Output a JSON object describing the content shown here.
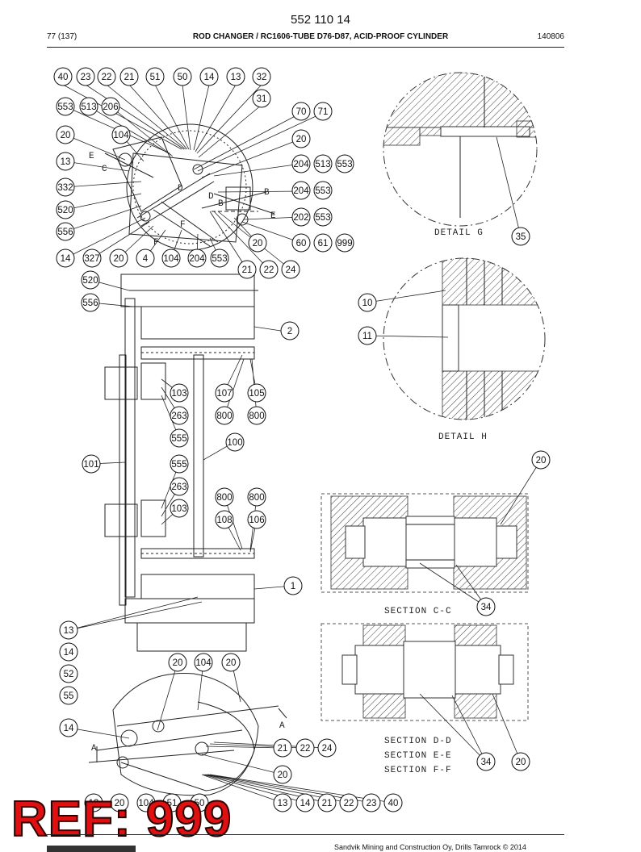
{
  "header": {
    "doc_number": "552 110 14",
    "page": "77 (137)",
    "title": "ROD CHANGER / RC1606-TUBE D76-D87, ACID-PROOF CYLINDER",
    "date": "140806"
  },
  "views": {
    "detail_g": "DETAIL G",
    "detail_h": "DETAIL H",
    "section_cc": "SECTION C-C",
    "section_dd": "SECTION D-D",
    "section_ee": "SECTION E-E",
    "section_ff": "SECTION F-F"
  },
  "view_markers": {
    "top": [
      "E",
      "C",
      "D",
      "D",
      "B",
      "B",
      "E",
      "F",
      "F"
    ],
    "bottom": [
      "A",
      "A"
    ]
  },
  "callouts": {
    "top_row": [
      "40",
      "23",
      "22",
      "21",
      "51",
      "50",
      "14",
      "13",
      "32"
    ],
    "top_misc": [
      "31",
      "553",
      "513",
      "206",
      "70",
      "71",
      "20",
      "104",
      "20",
      "13",
      "204",
      "513",
      "553",
      "332",
      "204",
      "553",
      "520",
      "202",
      "553",
      "556",
      "20",
      "60",
      "61",
      "999"
    ],
    "top_bottom_row": [
      "14",
      "327",
      "20",
      "4",
      "104",
      "204",
      "553",
      "21",
      "22",
      "24",
      "520",
      "556"
    ],
    "detail_g": [
      "35"
    ],
    "detail_h": [
      "10",
      "11"
    ],
    "main": [
      "2",
      "103",
      "107",
      "105",
      "263",
      "800",
      "800",
      "555",
      "100",
      "101",
      "555",
      "263",
      "800",
      "800",
      "103",
      "108",
      "106",
      "1"
    ],
    "section_cc": [
      "20",
      "34"
    ],
    "section_def": [
      "34",
      "20"
    ],
    "lower_left": [
      "13",
      "14",
      "52",
      "55"
    ],
    "bottom_view": [
      "20",
      "104",
      "20",
      "14",
      "21",
      "22",
      "24",
      "20",
      "13",
      "14",
      "21",
      "22",
      "23",
      "40"
    ],
    "bottom_partial": [
      "13",
      "20",
      "104",
      "51",
      "50"
    ]
  },
  "overlay": {
    "ref_label": "REF: 999",
    "color": "#e11010"
  },
  "footer": {
    "copyright": "Sandvik Mining and Construction Oy, Drills Tamrock © 2014"
  }
}
